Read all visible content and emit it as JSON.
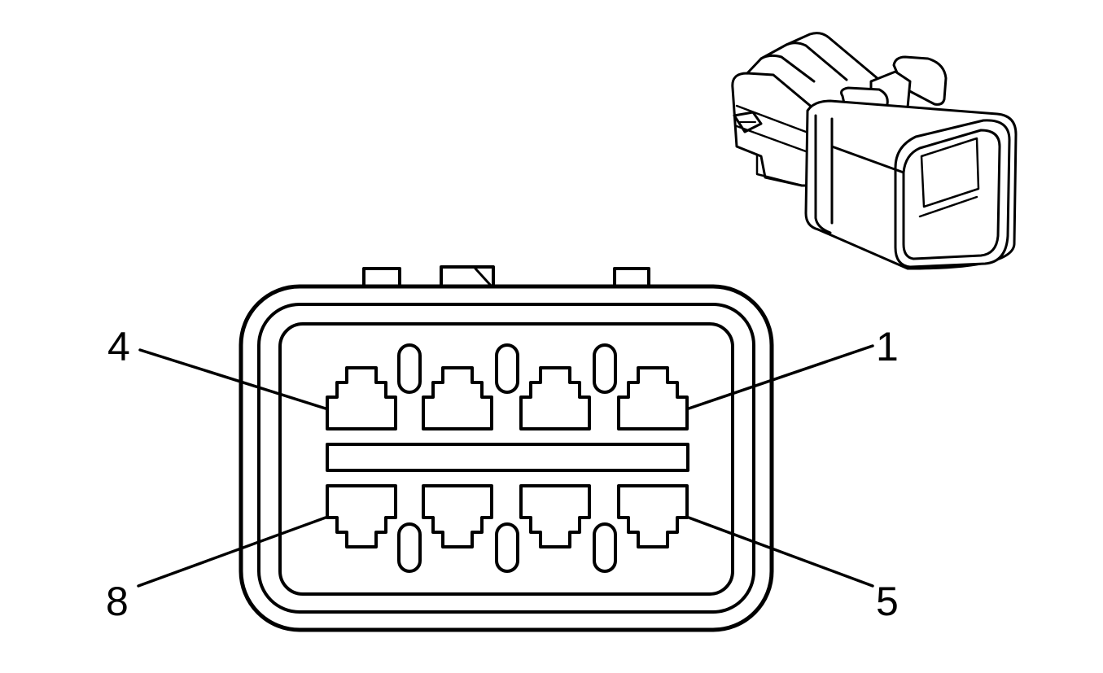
{
  "pin_labels": {
    "top_left": "4",
    "top_right": "1",
    "bottom_left": "8",
    "bottom_right": "5"
  },
  "colors": {
    "line": "#000000",
    "background": "#ffffff"
  }
}
